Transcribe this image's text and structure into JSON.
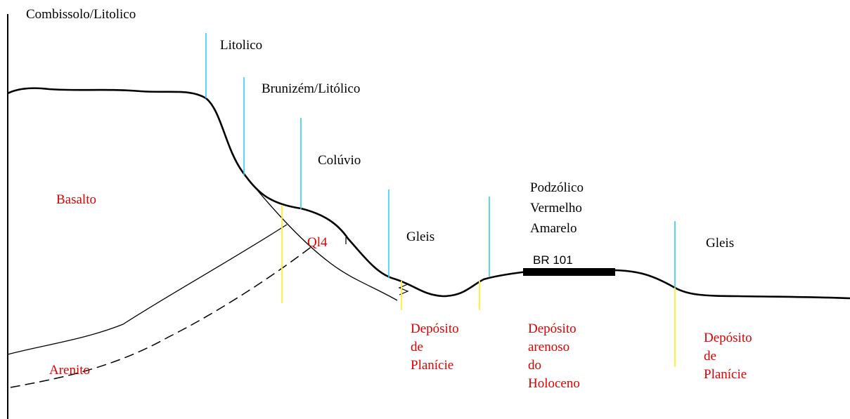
{
  "colors": {
    "soil_text": "#000000",
    "geology_text": "#e00000",
    "soil_boundary": "#33ccee",
    "geology_boundary": "#ffee33",
    "profile_line": "#000000"
  },
  "soil_labels": {
    "combissolo_litolico": "Combissolo/Litolico",
    "litolico": "Litolico",
    "brunizem_litolico": "Brunizém/Litólico",
    "coluvio": "Colúvio",
    "gleis_1": "Gleis",
    "podzolico_line1": "Podzólico",
    "podzolico_line2": "Vermelho",
    "podzolico_line3": "Amarelo",
    "gleis_2": "Gleis"
  },
  "geology_labels": {
    "basalto": "Basalto",
    "ql4": "Ql4",
    "arenito": "Arenito",
    "deposito_planicie_1": [
      "Depósito",
      "de",
      "Planície"
    ],
    "deposito_arenoso": [
      "Depósito",
      "arenoso",
      "do",
      "Holoceno"
    ],
    "deposito_planicie_2": [
      "Depósito",
      "de",
      "Planície"
    ]
  },
  "road_label": "BR 101"
}
